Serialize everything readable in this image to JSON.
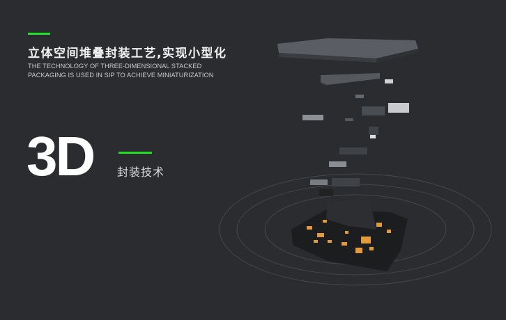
{
  "headline": "立体空间堆叠封装工艺,实现小型化",
  "subtitle_line1": "THE TECHNOLOGY OF THREE-DIMENSIONAL STACKED",
  "subtitle_line2": "PACKAGING IS USED IN SIP TO ACHIEVE MINIATURIZATION",
  "big_label": "3D",
  "caption": "封装技术",
  "colors": {
    "accent": "#22e02a",
    "background": "#2a2c2f",
    "component": "#e39a3c"
  }
}
